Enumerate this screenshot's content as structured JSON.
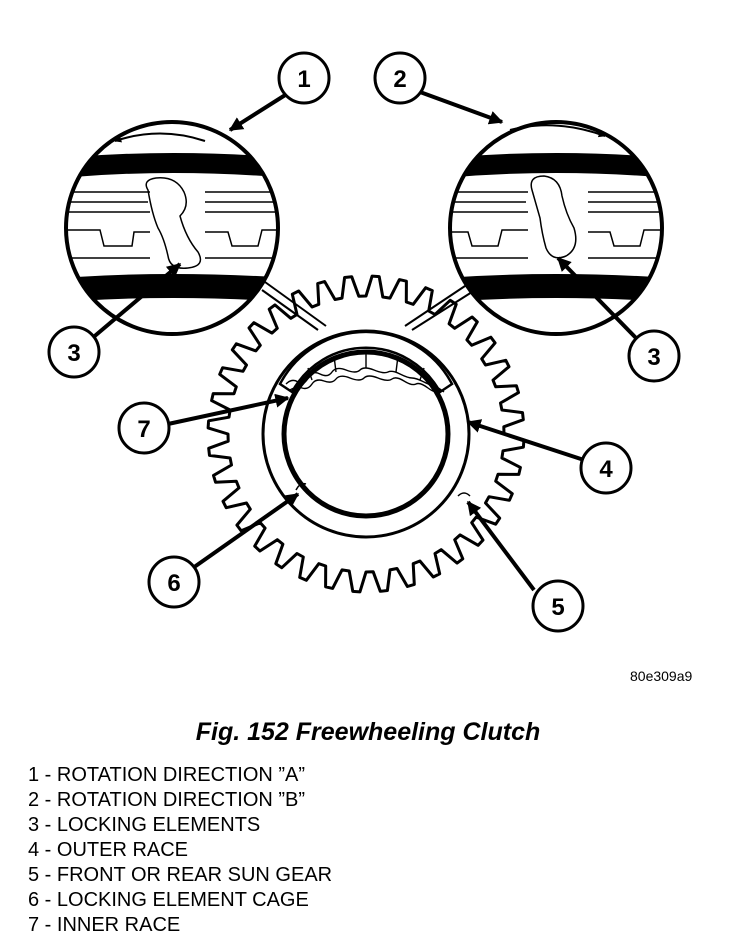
{
  "figure": {
    "code": "80e309a9",
    "caption": "Fig. 152 Freewheeling Clutch",
    "callouts": [
      "1",
      "2",
      "3",
      "3",
      "4",
      "5",
      "6",
      "7"
    ]
  },
  "legend": [
    "1 - ROTATION DIRECTION ”A”",
    "2 - ROTATION DIRECTION ”B”",
    "3 - LOCKING ELEMENTS",
    "4 - OUTER RACE",
    "5 - FRONT OR REAR SUN GEAR",
    "6 - LOCKING ELEMENT CAGE",
    "7 - INNER RACE"
  ]
}
